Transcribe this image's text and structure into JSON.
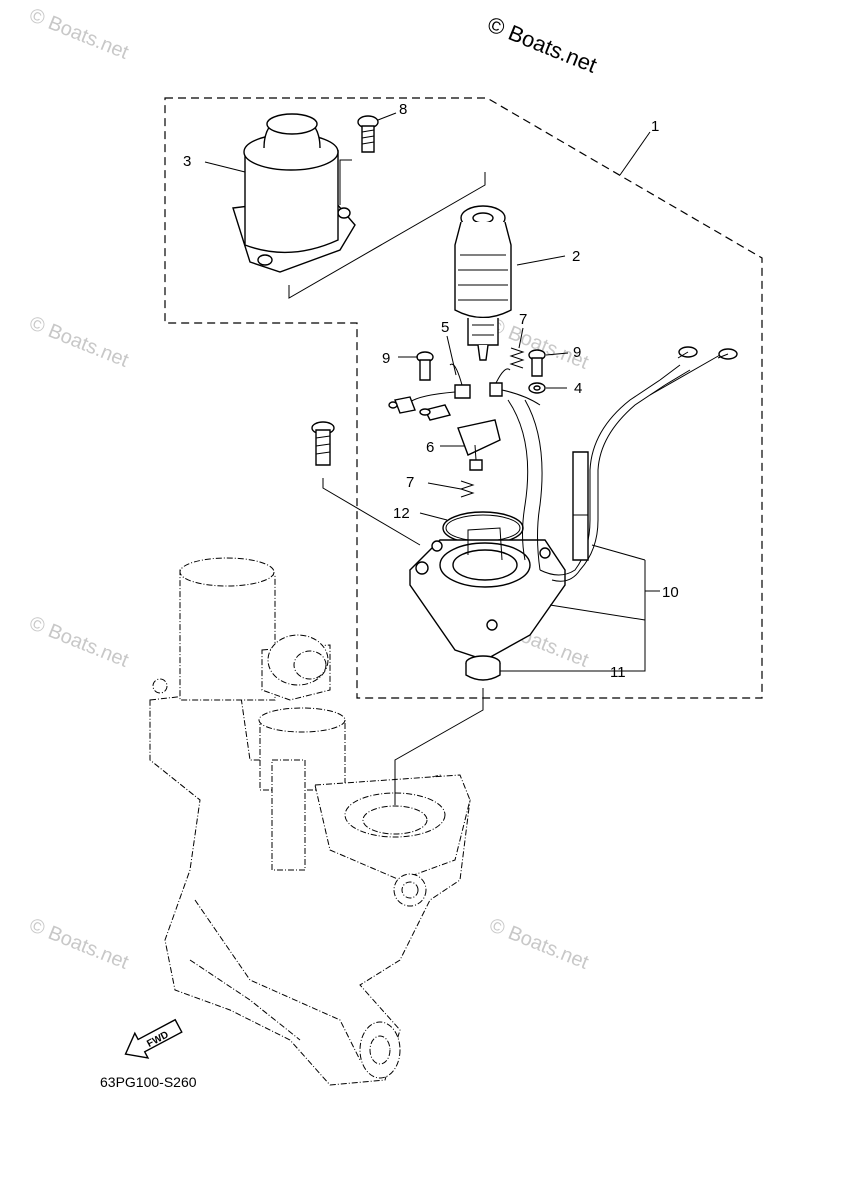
{
  "copyright": "© Boats.net",
  "watermark": "© Boats.net",
  "diagram_code": "63PG100-S260",
  "fwd_label": "FWD",
  "callouts": [
    "1",
    "2",
    "3",
    "4",
    "5",
    "6",
    "7",
    "7",
    "8",
    "9",
    "9",
    "10",
    "11",
    "12"
  ]
}
